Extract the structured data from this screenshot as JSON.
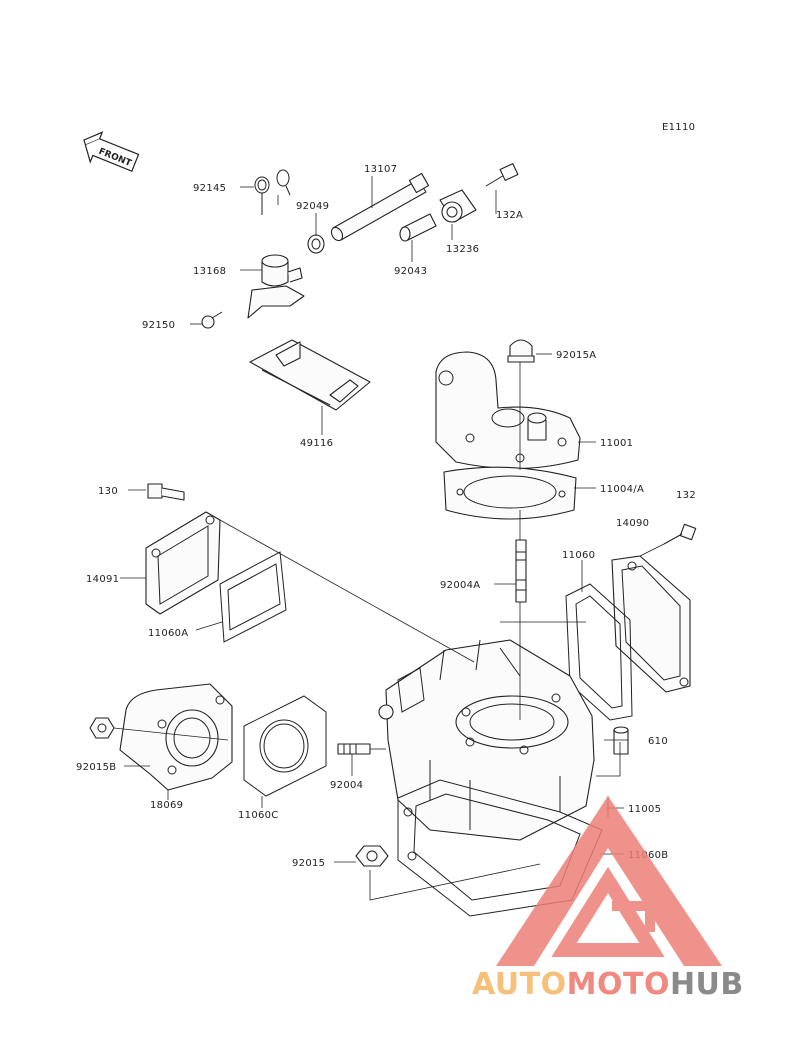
{
  "diagram": {
    "code": "E1110",
    "front_tag": "FRONT",
    "labels": [
      {
        "id": "92145",
        "text": "92145"
      },
      {
        "id": "13107",
        "text": "13107"
      },
      {
        "id": "92049",
        "text": "92049"
      },
      {
        "id": "132A",
        "text": "132A"
      },
      {
        "id": "13236",
        "text": "13236"
      },
      {
        "id": "92043",
        "text": "92043"
      },
      {
        "id": "13168",
        "text": "13168"
      },
      {
        "id": "92150",
        "text": "92150"
      },
      {
        "id": "92015A",
        "text": "92015A"
      },
      {
        "id": "49116",
        "text": "49116"
      },
      {
        "id": "11001",
        "text": "11001"
      },
      {
        "id": "11004A",
        "text": "11004/A"
      },
      {
        "id": "130",
        "text": "130"
      },
      {
        "id": "132",
        "text": "132"
      },
      {
        "id": "14090",
        "text": "14090"
      },
      {
        "id": "14091",
        "text": "14091"
      },
      {
        "id": "11060",
        "text": "11060"
      },
      {
        "id": "92004A",
        "text": "92004A"
      },
      {
        "id": "11060A",
        "text": "11060A"
      },
      {
        "id": "610",
        "text": "610"
      },
      {
        "id": "92015B",
        "text": "92015B"
      },
      {
        "id": "18069",
        "text": "18069"
      },
      {
        "id": "11060C",
        "text": "11060C"
      },
      {
        "id": "92004",
        "text": "92004"
      },
      {
        "id": "11005",
        "text": "11005"
      },
      {
        "id": "11060B",
        "text": "11060B"
      },
      {
        "id": "92015",
        "text": "92015"
      }
    ]
  },
  "watermark": {
    "part1": "AUTO",
    "part2": "MOTO",
    "part3": "HUB",
    "colors": {
      "auto": "#f6c07a",
      "moto": "#f08a80",
      "hub": "#8a8a8a",
      "triangle": "#ee7f78"
    }
  }
}
